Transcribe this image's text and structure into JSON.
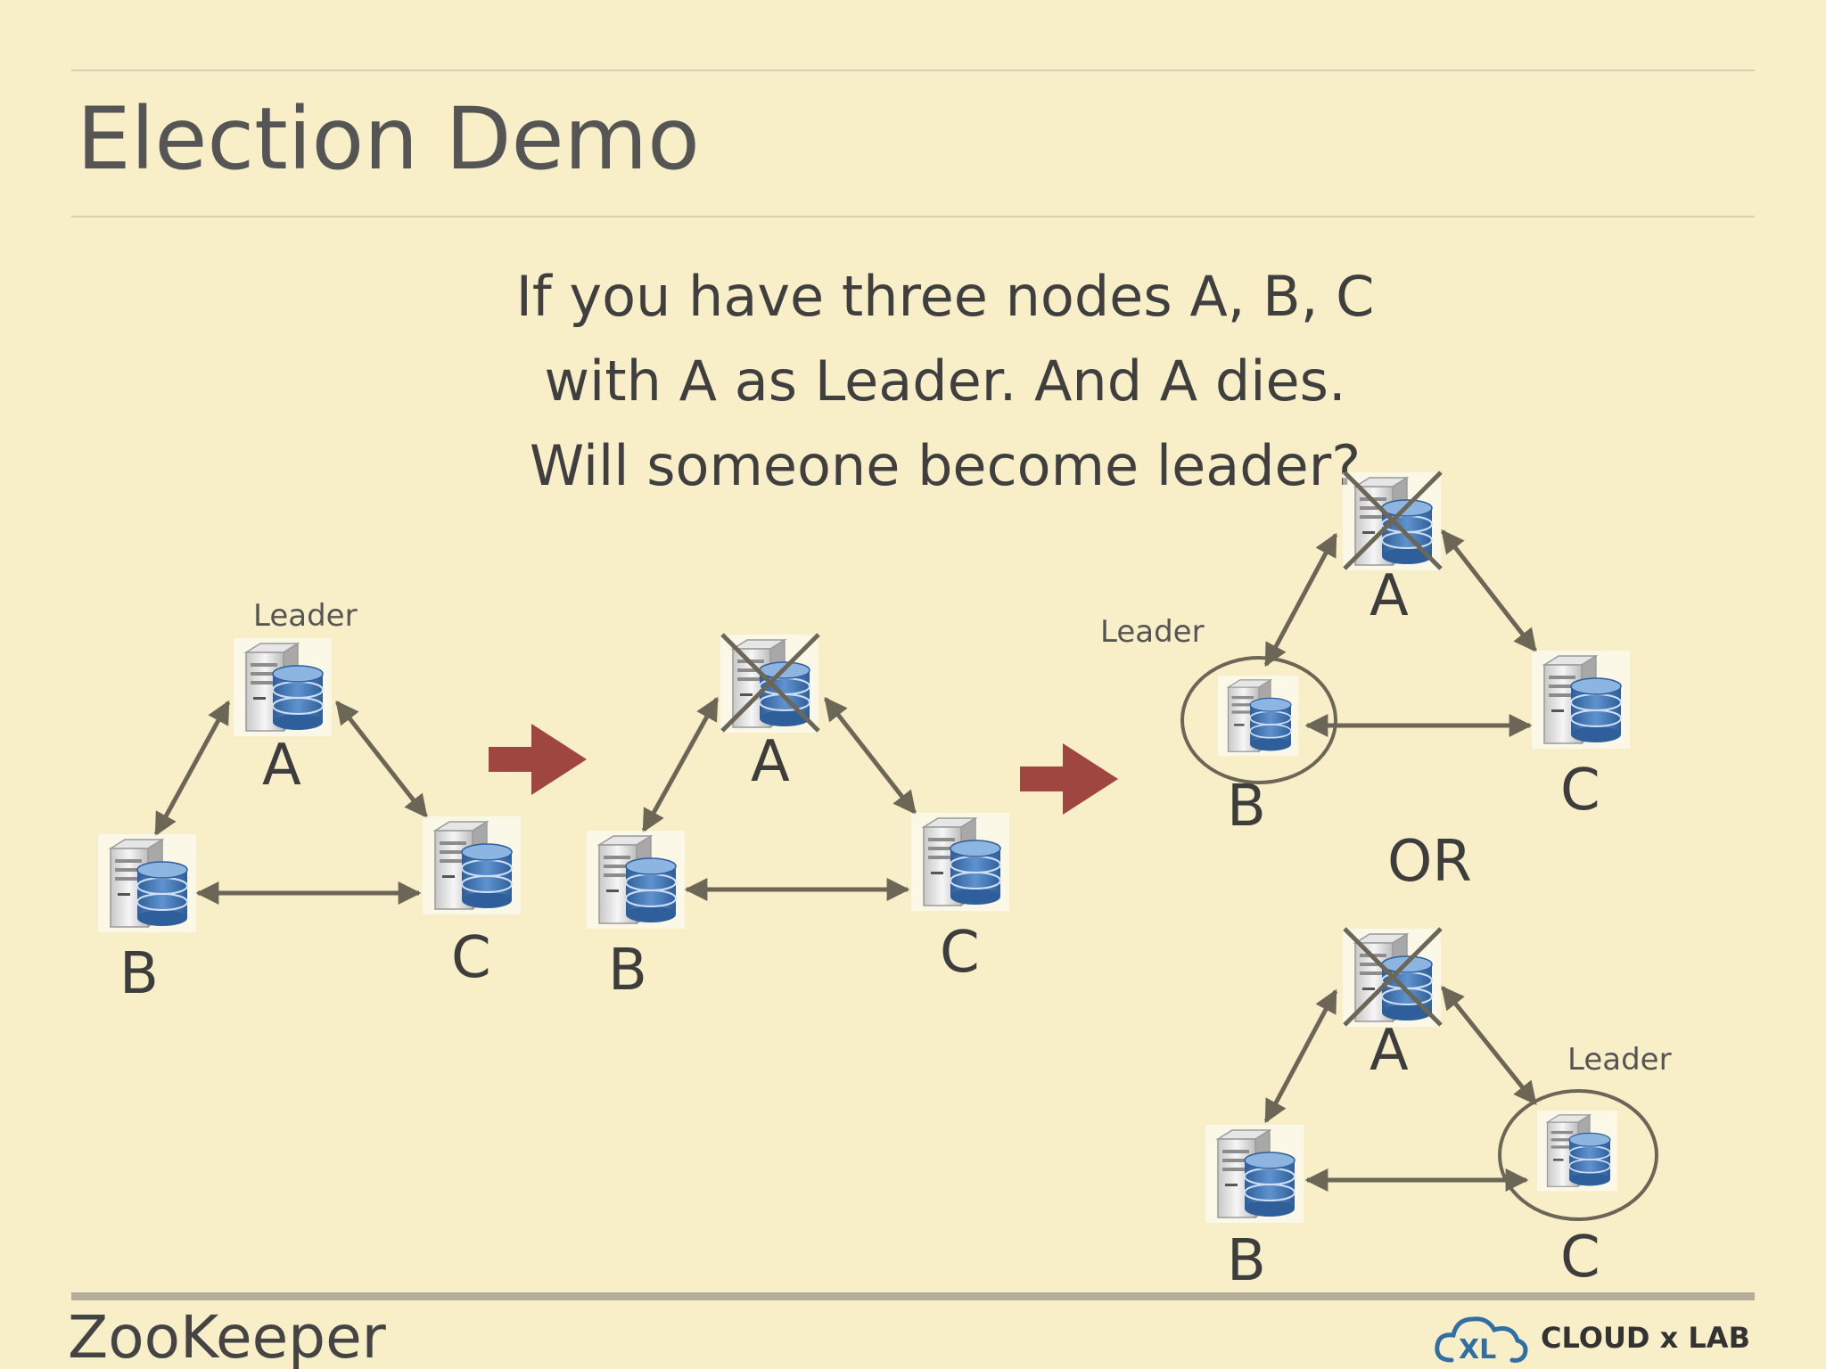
{
  "slide": {
    "title": "Election Demo",
    "question_lines": [
      "If you have three nodes A, B, C",
      "with A as Leader. And A dies.",
      "Will someone become leader?"
    ],
    "or_text": "OR",
    "footer_title": "ZooKeeper",
    "logo_text": "CLOUD x LAB",
    "logo_mark": "XL"
  },
  "labels": {
    "node_a": "A",
    "node_b": "B",
    "node_c": "C",
    "leader": "Leader"
  },
  "icons": {
    "server": "server-database-icon",
    "dead_marker": "x-mark-icon",
    "transition": "arrow-right-icon",
    "logo": "cloud-icon"
  },
  "colors": {
    "background": "#f8efc9",
    "arrow_line": "#6b6656",
    "transition_arrow": "#a04640",
    "database": "#4a78b0",
    "leader_circle": "#6b6656"
  }
}
